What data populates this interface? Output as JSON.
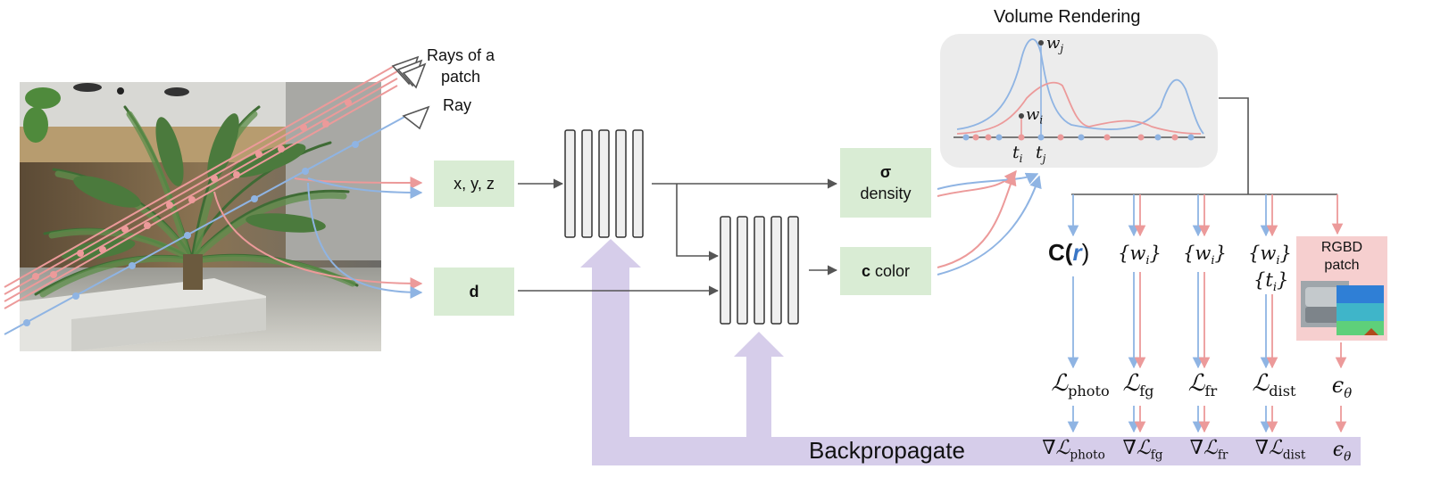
{
  "title": "Volume Rendering",
  "photo": {
    "label_patch": "Rays of a\npatch",
    "label_ray": "Ray"
  },
  "inputs": {
    "position": "x, y, z",
    "direction": "d"
  },
  "outputs": {
    "density_symbol": "σ",
    "density_label": "density",
    "color_symbol": "c",
    "color_label": "color"
  },
  "curve_labels": {
    "w_j": "w",
    "w_j_sub": "j",
    "w_i": "w",
    "w_i_sub": "i",
    "t_i": "t",
    "t_i_sub": "i",
    "t_j": "t",
    "t_j_sub": "j"
  },
  "render_outputs": {
    "color": {
      "prefix": "C(",
      "ray": "r",
      "suffix": ")"
    },
    "weights_fg": "{w",
    "weights_fg_sub": "i",
    "weights_fr": "{w",
    "weights_fr_sub": "i",
    "weights_dist": "{w",
    "weights_dist_sub": "i",
    "times_dist": "{t",
    "times_dist_sub": "i",
    "rgbd_label": "RGBD\npatch"
  },
  "losses": {
    "photo": "ℒ",
    "photo_sub": "photo",
    "fg": "ℒ",
    "fg_sub": "fg",
    "fr": "ℒ",
    "fr_sub": "fr",
    "dist": "ℒ",
    "dist_sub": "dist",
    "eps": "ϵ",
    "eps_sub": "θ"
  },
  "gradients": {
    "label": "Backpropagate",
    "photo": "∇ℒ",
    "photo_sub": "photo",
    "fg": "∇ℒ",
    "fg_sub": "fg",
    "fr": "∇ℒ",
    "fr_sub": "fr",
    "dist": "∇ℒ",
    "dist_sub": "dist",
    "eps": "ϵ",
    "eps_sub": "θ"
  },
  "colors": {
    "blue": "#8fb4e3",
    "red": "#ec9a9a",
    "green_box": "#d9ecd4",
    "purple": "#d6cdea",
    "grey": "#555555",
    "panel": "#ececec",
    "rgbd_bg": "#f6cfcf",
    "accent_blue": "#3a76c6"
  }
}
